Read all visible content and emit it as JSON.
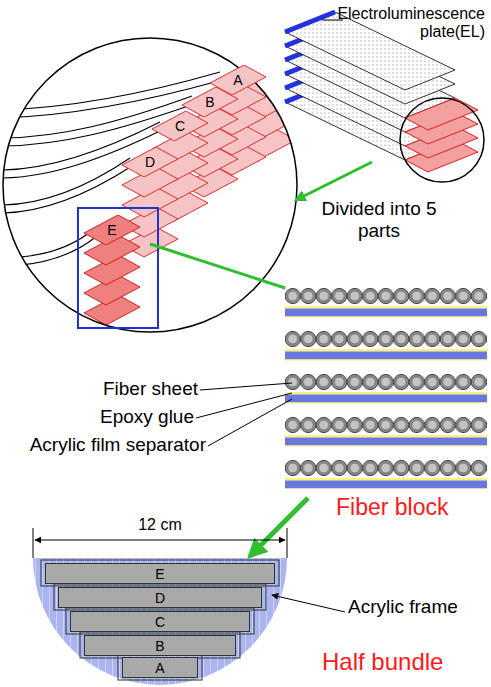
{
  "diagram": {
    "nodes": [
      {
        "text": [
          "A"
        ]
      },
      {
        "text": [
          "B"
        ]
      },
      {
        "text": [
          "C"
        ]
      },
      {
        "text": [
          "D"
        ]
      },
      {
        "text": [
          "E"
        ]
      },
      {
        "text": [
          "E"
        ]
      },
      {
        "text": [
          "D"
        ]
      },
      {
        "text": [
          "C"
        ]
      },
      {
        "text": [
          "B"
        ]
      },
      {
        "text": [
          "A"
        ]
      }
    ],
    "labels": [
      "Electroluminescence plate(EL)",
      "Divided into 5 parts",
      "Fiber sheet",
      "Epoxy glue",
      "Acrylic film separator",
      "Fiber block",
      "12 cm",
      "Acrylic frame",
      "Half bundle"
    ]
  }
}
